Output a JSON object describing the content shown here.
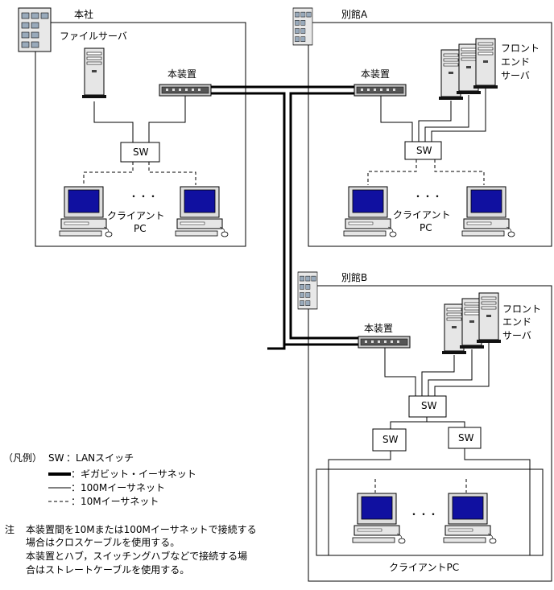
{
  "sites": {
    "hq": {
      "name": "本社",
      "file_server": "ファイルサーバ",
      "device": "本装置",
      "switch": "SW",
      "dots": "・・・",
      "client_line1": "クライアント",
      "client_line2": "PC"
    },
    "annex_a": {
      "name": "別館A",
      "device": "本装置",
      "switch": "SW",
      "frontend_line1": "フロント",
      "frontend_line2": "エンド",
      "frontend_line3": "サーバ",
      "dots": "・・・",
      "client_line1": "クライアント",
      "client_line2": "PC"
    },
    "annex_b": {
      "name": "別館B",
      "device": "本装置",
      "switch_main": "SW",
      "switch_left": "SW",
      "switch_right": "SW",
      "frontend_line1": "フロント",
      "frontend_line2": "エンド",
      "frontend_line3": "サーバ",
      "dots": "・・・",
      "client_label": "クライアントPC"
    }
  },
  "legend": {
    "title": "（凡例）",
    "sw_abbr": "SW",
    "sw_desc": "：LANスイッチ",
    "gigabit": "：ギガビット・イーサネット",
    "fast": "：100Mイーサネット",
    "ten": "：10Mイーサネット"
  },
  "note": {
    "mark": "注",
    "line1": "本装置間を10Mまたは100Mイーサネットで接続する",
    "line2": "場合はクロスケーブルを使用する。",
    "line3": "本装置とハブ，スイッチングハブなどで接続する場",
    "line4": "合はストレートケーブルを使用する。"
  },
  "colors": {
    "screen": "#1010a0",
    "device_body": "#dcdcdc",
    "line": "#000000"
  }
}
